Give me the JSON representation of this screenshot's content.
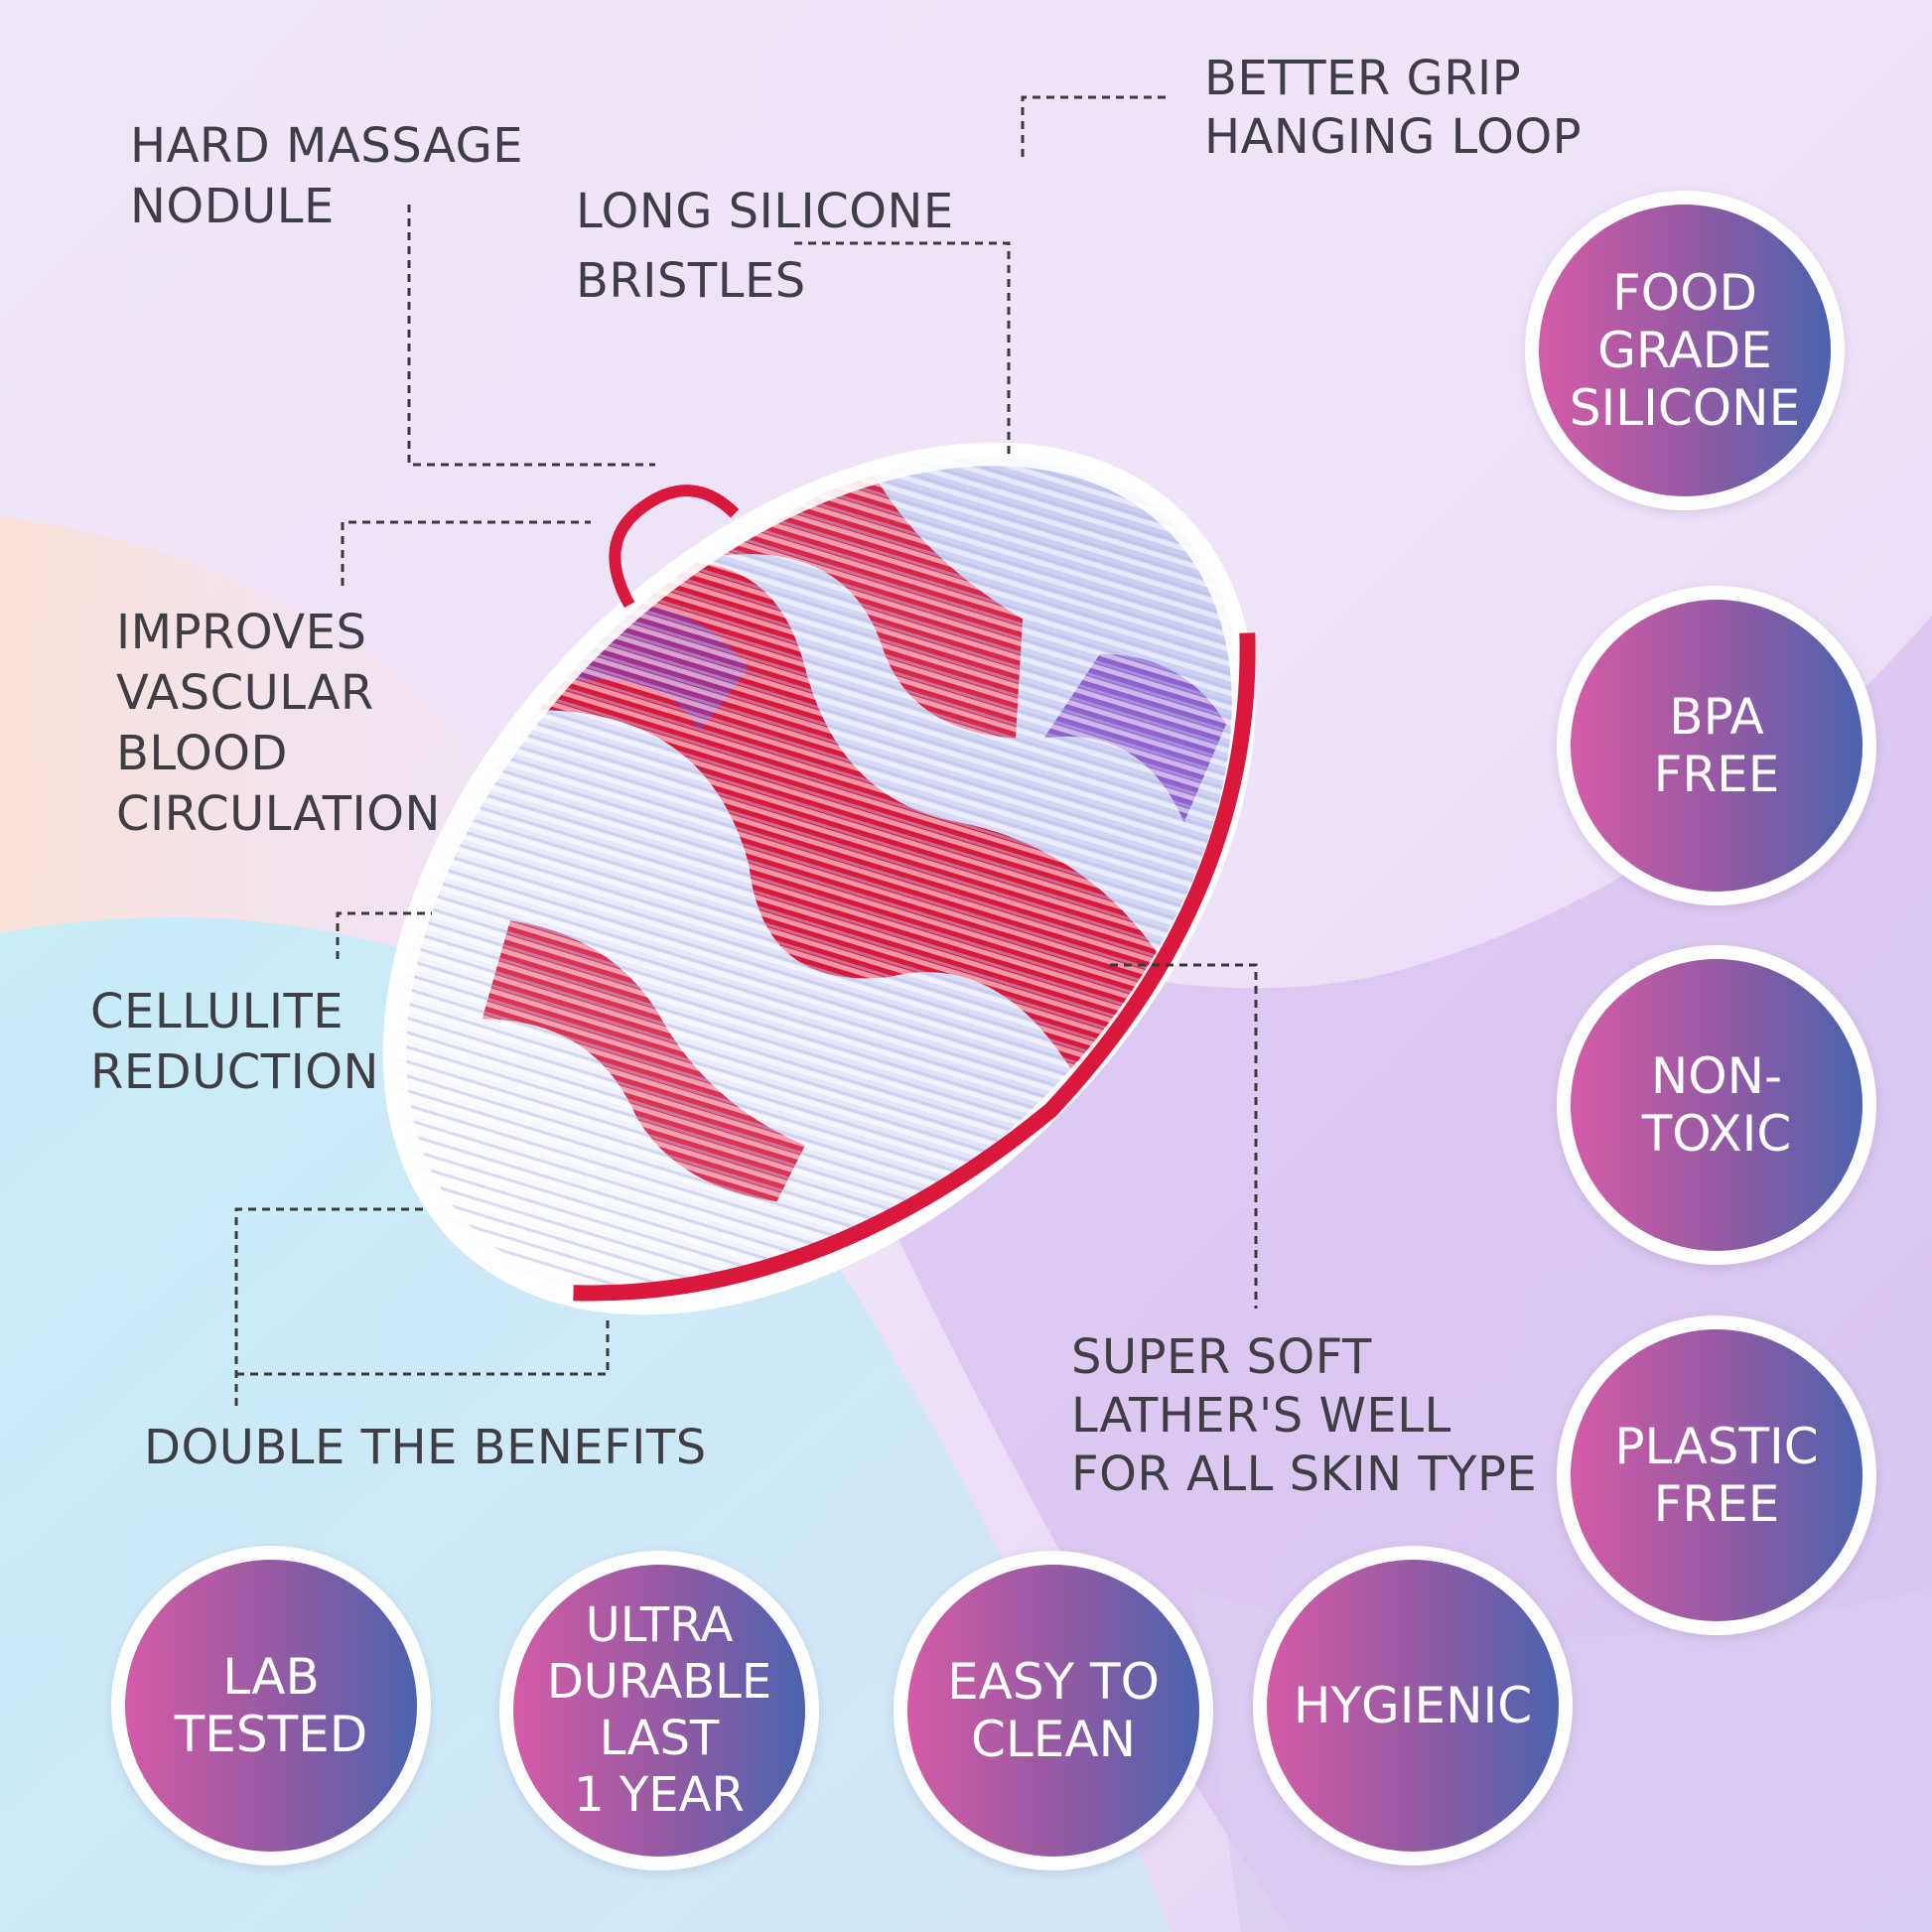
{
  "colors": {
    "badge_gradient_start": "#d45ba8",
    "badge_gradient_mid": "#9a5aa3",
    "badge_gradient_end": "#4b62ad",
    "text_dark": "#3e3e44",
    "brush_red": "#d9183c",
    "brush_lavender": "#c9cdf2",
    "brush_purple": "#7f45c6"
  },
  "callouts": {
    "hard_massage": [
      "HARD MASSAGE",
      "NODULE"
    ],
    "long_bristles": [
      "LONG SILICONE",
      "BRISTLES"
    ],
    "grip_loop": [
      "BETTER GRIP",
      "HANGING LOOP"
    ],
    "vascular": [
      "IMPROVES",
      "VASCULAR",
      "BLOOD",
      "CIRCULATION"
    ],
    "cellulite": [
      "CELLULITE",
      "REDUCTION"
    ],
    "double": [
      "DOUBLE THE BENEFITS"
    ],
    "soft": [
      "SUPER SOFT",
      "LATHER'S WELL",
      "FOR ALL SKIN TYPE"
    ]
  },
  "badges": {
    "food_grade": [
      "FOOD",
      "GRADE",
      "SILICONE"
    ],
    "bpa": [
      "BPA",
      "FREE"
    ],
    "non_toxic": [
      "NON-",
      "TOXIC"
    ],
    "plastic_free": [
      "PLASTIC",
      "FREE"
    ],
    "lab_tested": [
      "LAB",
      "TESTED"
    ],
    "durable": [
      "ULTRA",
      "DURABLE",
      "LAST",
      "1 YEAR"
    ],
    "easy_clean": [
      "EASY TO",
      "CLEAN"
    ],
    "hygienic": [
      "HYGIENIC"
    ]
  }
}
